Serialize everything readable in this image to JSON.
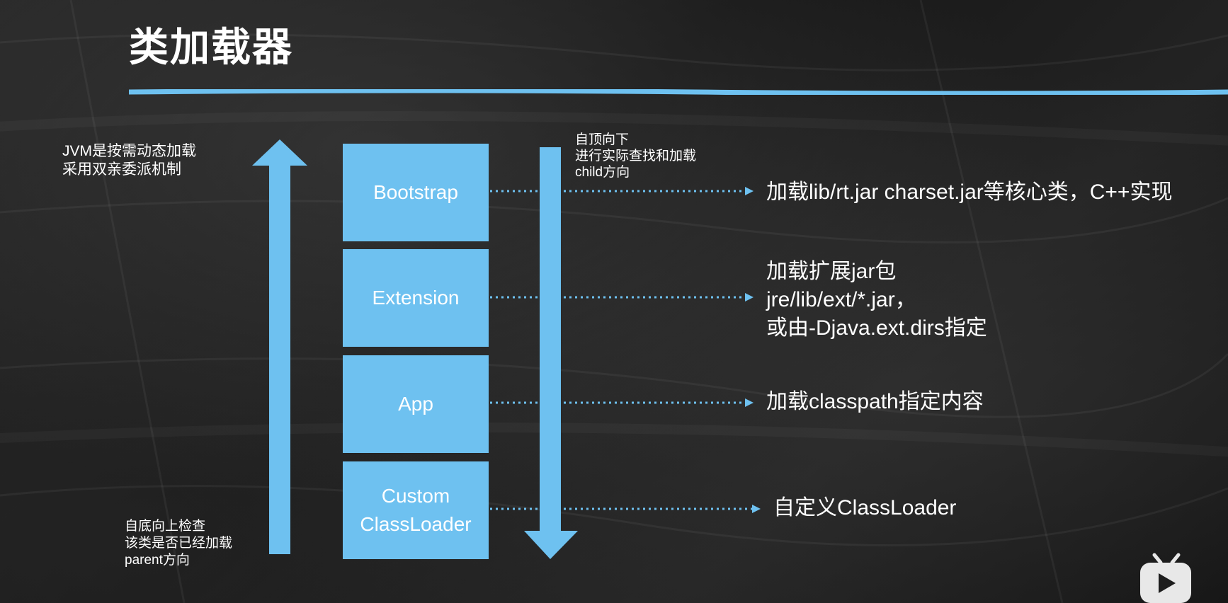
{
  "title": "类加载器",
  "colors": {
    "accent_blue": "#6ec1f0",
    "background": "#1d1d1d",
    "text": "#ffffff"
  },
  "left_note": {
    "line1": "JVM是按需动态加载",
    "line2": "采用双亲委派机制"
  },
  "bottom_left_note": {
    "line1": "自底向上检查",
    "line2": "该类是否已经加载",
    "line3": "parent方向"
  },
  "top_right_note": {
    "line1": "自顶向下",
    "line2": "进行实际查找和加载",
    "line3": "child方向"
  },
  "loaders": [
    {
      "label": "Bootstrap",
      "description_lines": [
        "加载lib/rt.jar charset.jar等核心类，C++实现"
      ]
    },
    {
      "label": "Extension",
      "description_lines": [
        "加载扩展jar包",
        "jre/lib/ext/*.jar，",
        "或由-Djava.ext.dirs指定"
      ]
    },
    {
      "label": "App",
      "description_lines": [
        "加载classpath指定内容"
      ]
    },
    {
      "label_line1": "Custom",
      "label_line2": "ClassLoader",
      "description_lines": [
        "自定义ClassLoader"
      ]
    }
  ],
  "icons": {
    "up_arrow": "up-arrow-icon",
    "down_arrow": "down-arrow-icon",
    "watermark": "bilibili-tv-icon"
  }
}
